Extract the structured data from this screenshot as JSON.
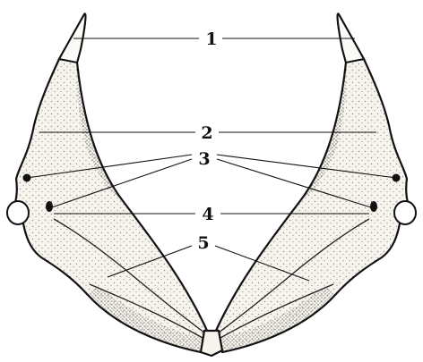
{
  "labels": {
    "l1": "1",
    "l2": "2",
    "l3": "3",
    "l4": "4",
    "l5": "5"
  },
  "colors": {
    "ink": "#111111",
    "bone": "#f7f4ee",
    "stipple": "#3a3a3a"
  }
}
